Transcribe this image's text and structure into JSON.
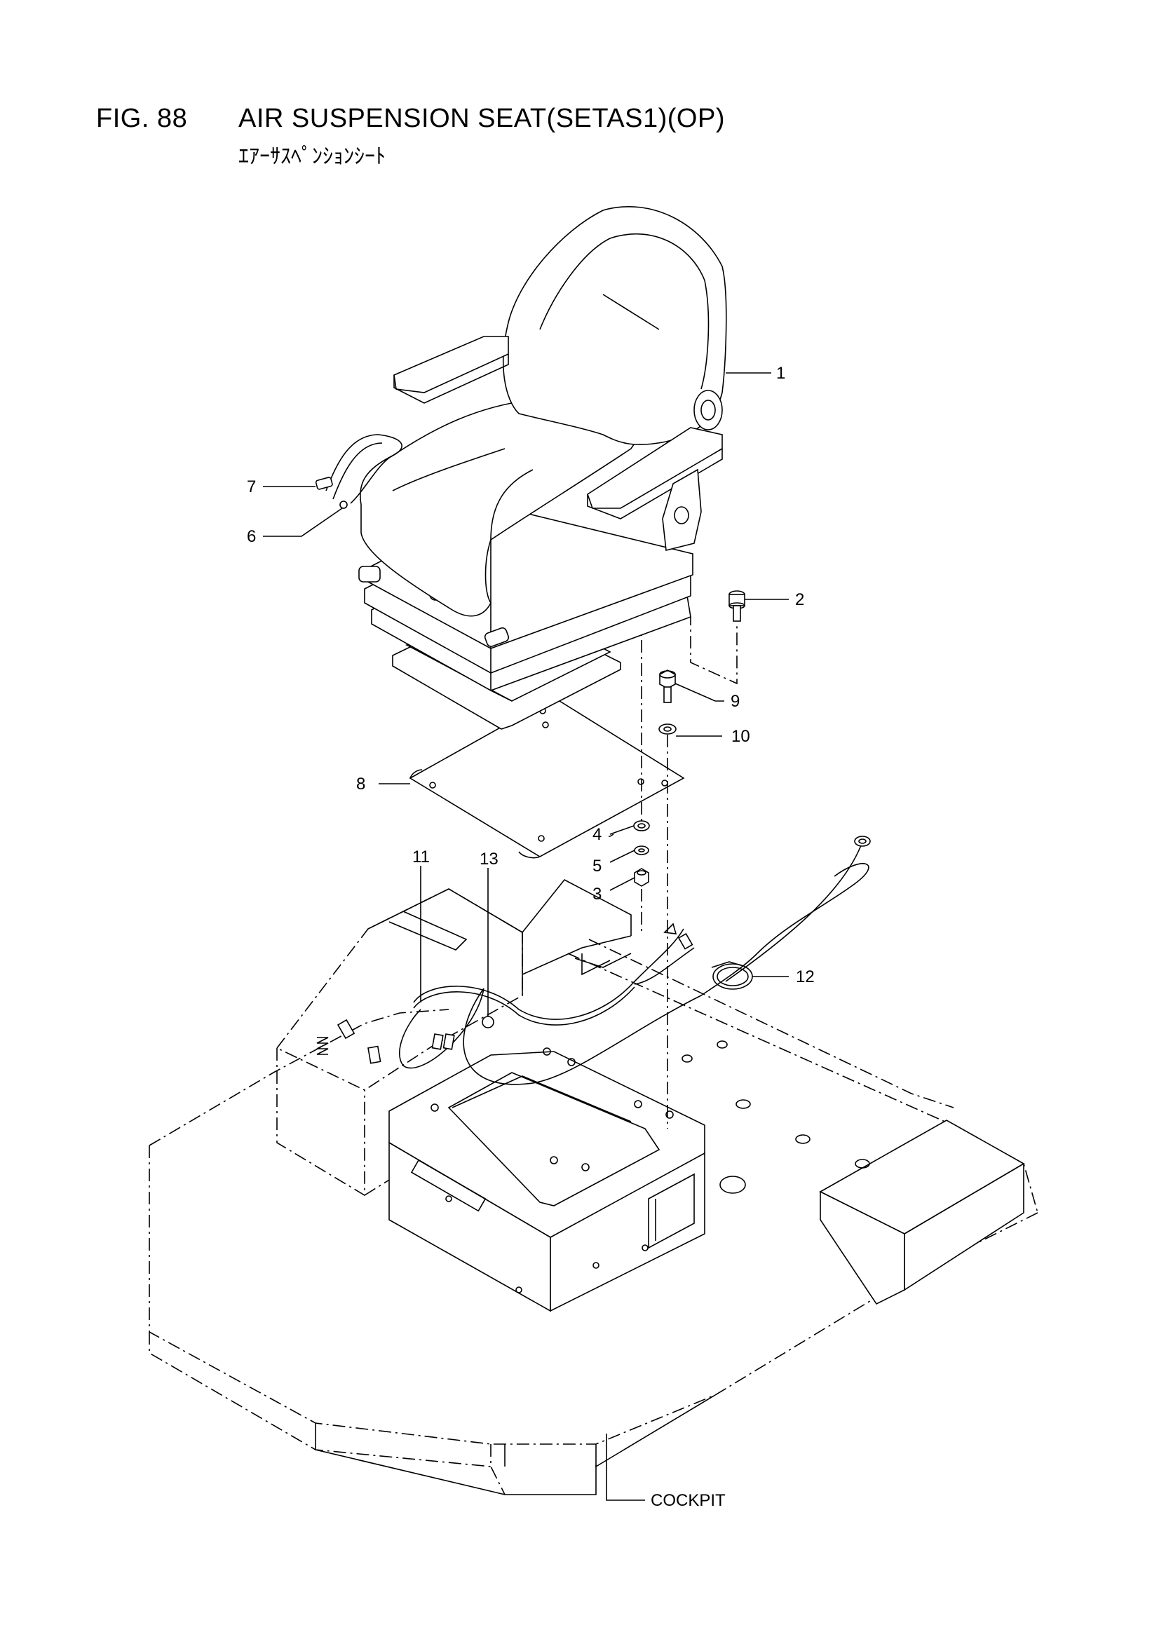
{
  "figure": {
    "number": "FIG. 88",
    "title": "AIR SUSPENSION SEAT(SETAS1)(OP)",
    "subtitle": "ｴｱｰｻｽﾍﾟﾝｼｮﾝｼｰﾄ"
  },
  "callouts": {
    "p1": "1",
    "p2": "2",
    "p3": "3",
    "p4": "4",
    "p5": "5",
    "p6": "6",
    "p7": "7",
    "p8": "8",
    "p9": "9",
    "p10": "10",
    "p11": "11",
    "p12": "12",
    "p13": "13",
    "cockpit": "COCKPIT"
  }
}
